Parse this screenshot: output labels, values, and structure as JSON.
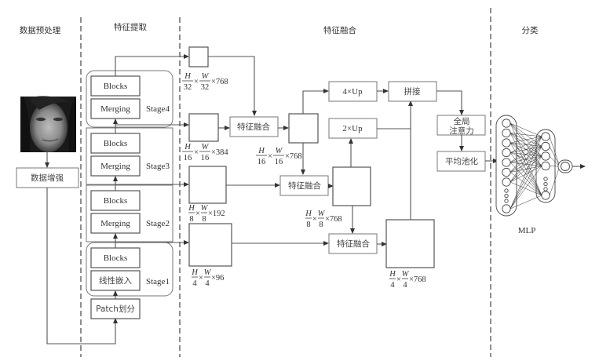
{
  "sections": {
    "preprocess": "数据预处理",
    "extract": "特征提取",
    "fusion": "特征融合",
    "classify": "分类"
  },
  "preprocess": {
    "image_alt": "face-photo",
    "augment": "数据增强"
  },
  "extract": {
    "patch": "Patch划分",
    "stages": [
      {
        "name": "Stage1",
        "top": "Blocks",
        "bottom": "线性嵌入"
      },
      {
        "name": "Stage2",
        "top": "Blocks",
        "bottom": "Merging"
      },
      {
        "name": "Stage3",
        "top": "Blocks",
        "bottom": "Merging"
      },
      {
        "name": "Stage4",
        "top": "Blocks",
        "bottom": "Merging"
      }
    ]
  },
  "features": {
    "f32": {
      "h": "H",
      "hd": "32",
      "w": "W",
      "wd": "32",
      "c": "×768"
    },
    "f16": {
      "h": "H",
      "hd": "16",
      "w": "W",
      "wd": "16",
      "c": "×384"
    },
    "f8": {
      "h": "H",
      "hd": "8",
      "w": "W",
      "wd": "8",
      "c": "×192"
    },
    "f4": {
      "h": "H",
      "hd": "4",
      "w": "W",
      "wd": "4",
      "c": "×96"
    },
    "fused16": {
      "h": "H",
      "hd": "16",
      "w": "W",
      "wd": "16",
      "c": "×768"
    },
    "fused8": {
      "h": "H",
      "hd": "8",
      "w": "W",
      "wd": "8",
      "c": "×768"
    },
    "fused4": {
      "h": "H",
      "hd": "4",
      "w": "W",
      "wd": "4",
      "c": "×768"
    },
    "times": "×"
  },
  "fusion": {
    "fuse_label": "特征融合",
    "up4": "4×Up",
    "up2": "2×Up",
    "concat": "拼接",
    "attn_line1": "全局",
    "attn_line2": "注意力",
    "pool": "平均池化"
  },
  "classify": {
    "mlp": "MLP",
    "layer1_nodes": 8,
    "layer1_small": 3,
    "layer2_nodes": 5,
    "layer2_small": 3
  }
}
